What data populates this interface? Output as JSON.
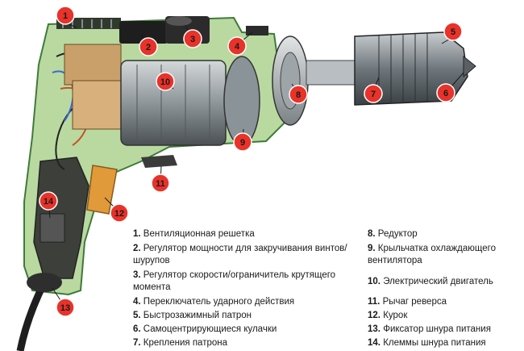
{
  "callouts": [
    {
      "num": "1"
    },
    {
      "num": "2"
    },
    {
      "num": "3"
    },
    {
      "num": "4"
    },
    {
      "num": "5"
    },
    {
      "num": "6"
    },
    {
      "num": "7"
    },
    {
      "num": "8"
    },
    {
      "num": "9"
    },
    {
      "num": "10"
    },
    {
      "num": "11"
    },
    {
      "num": "12"
    },
    {
      "num": "13"
    },
    {
      "num": "14"
    }
  ],
  "legend_left": [
    {
      "num": "1.",
      "text": "Вентиляционная решетка"
    },
    {
      "num": "2.",
      "text": "Регулятор мощности для закручивания винтов/",
      "text2": "шурупов"
    },
    {
      "num": "3.",
      "text": "Регулятор скорости/ограничитель крутящего",
      "text2": "момента"
    },
    {
      "num": "4.",
      "text": "Переключатель ударного действия"
    },
    {
      "num": "5.",
      "text": "Быстрозажимный патрон"
    },
    {
      "num": "6.",
      "text": "Самоцентрирующиеся кулачки"
    },
    {
      "num": "7.",
      "text": "Крепления патрона"
    }
  ],
  "legend_right": [
    {
      "num": "8.",
      "text": "Редуктор"
    },
    {
      "num": "9.",
      "text": "Крыльчатка охлаждающего",
      "text2": "вентилятора"
    },
    {
      "num": "10.",
      "text": "Электрический двигатель"
    },
    {
      "num": "11.",
      "text": "Рычаг реверса"
    },
    {
      "num": "12.",
      "text": "Курок"
    },
    {
      "num": "13.",
      "text": "Фиксатор шнура питания"
    },
    {
      "num": "14.",
      "text": "Клеммы шнура питания"
    }
  ],
  "colors": {
    "body_green": "#b9d9a0",
    "body_outline": "#3f7a3a",
    "callout_red": "#e8322a",
    "metal": "#9aa3a8",
    "trigger": "#e09a3a"
  }
}
